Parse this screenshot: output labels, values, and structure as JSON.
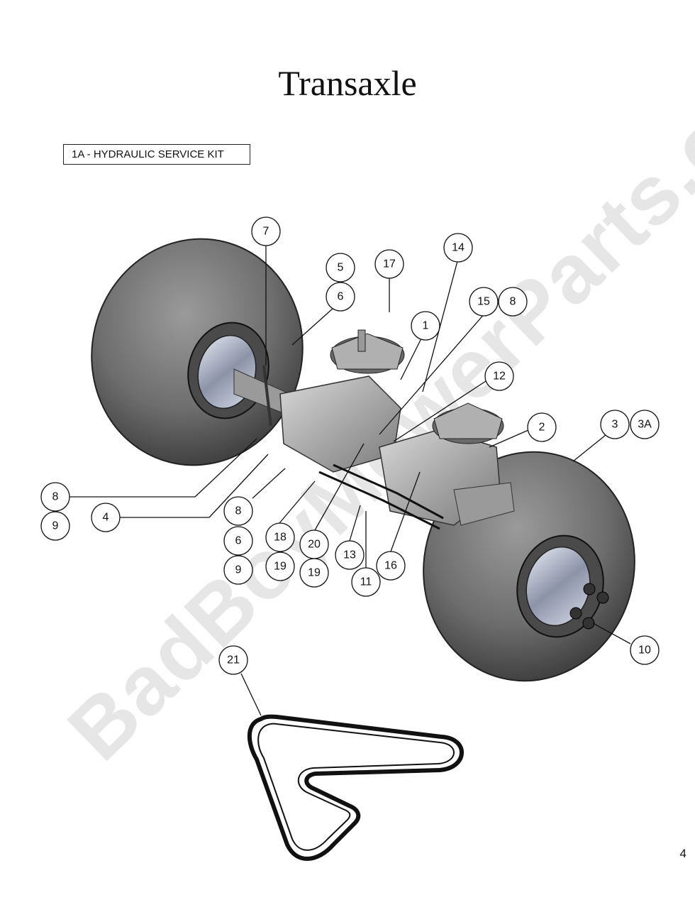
{
  "title": "Transaxle",
  "kit_label": "1A - HYDRAULIC SERVICE KIT",
  "page_number": "4",
  "watermark": "BadBoyMowerParts.com",
  "callouts": {
    "c7": "7",
    "c5": "5",
    "c6a": "6",
    "c17": "17",
    "c14": "14",
    "c15": "15",
    "c8a": "8",
    "c1": "1",
    "c12": "12",
    "c2": "2",
    "c3": "3",
    "c3a": "3A",
    "c8b": "8",
    "c9a": "9",
    "c4": "4",
    "c8c": "8",
    "c6b": "6",
    "c9b": "9",
    "c18": "18",
    "c19a": "19",
    "c20": "20",
    "c19b": "19",
    "c13": "13",
    "c11": "11",
    "c16": "16",
    "c10": "10",
    "c21": "21"
  }
}
